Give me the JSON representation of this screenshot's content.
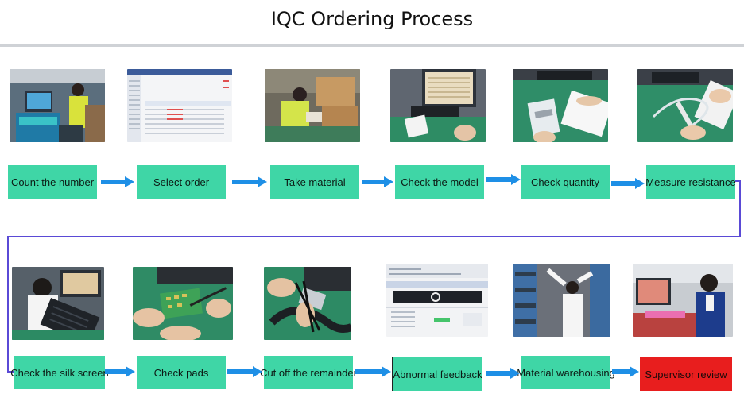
{
  "title": "IQC Ordering Process",
  "row1": [
    {
      "label": "Count the number",
      "photo": "worker-at-screen"
    },
    {
      "label": "Select order",
      "photo": "software-table"
    },
    {
      "label": "Take material",
      "photo": "worker-boxes"
    },
    {
      "label": "Check the model",
      "photo": "label-at-monitor"
    },
    {
      "label": "Check quantity",
      "photo": "bag-on-desk"
    },
    {
      "label": "Measure resistance",
      "photo": "probe-test"
    }
  ],
  "row2": [
    {
      "label": "Check the silk screen",
      "photo": "inspect-tray"
    },
    {
      "label": "Check pads",
      "photo": "pcb-tweezers"
    },
    {
      "label": "Cut off the remainder",
      "photo": "scissors-reel"
    },
    {
      "label": "Abnormal feedback",
      "photo": "software-dialog"
    },
    {
      "label": "Material warehousing",
      "photo": "shelf-storage"
    },
    {
      "label": "Supervisor review",
      "photo": "supervisor-desk"
    }
  ],
  "colors": {
    "step": "#3fd6a6",
    "final_step": "#e81e1e",
    "arrow": "#1e8fe6"
  }
}
